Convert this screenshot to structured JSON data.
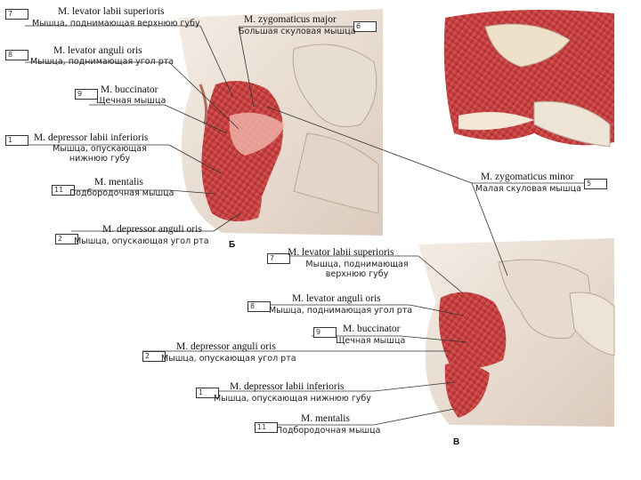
{
  "panels": {
    "b": "Б",
    "v": "В"
  },
  "labels": [
    {
      "id": "l7a",
      "num": "7",
      "latin": "M. levator labii superioris",
      "ru": "Мышца, поднимающая верхнюю губу"
    },
    {
      "id": "l8a",
      "num": "8",
      "latin": "M. levator anguli oris",
      "ru": "Мышца, поднимающая угол рта"
    },
    {
      "id": "l9a",
      "num": "9",
      "latin": "M. buccinator",
      "ru": "Щечная мышца"
    },
    {
      "id": "l1a",
      "num": "1",
      "latin": "M. depressor labii inferioris",
      "ru": "Мышца, опускающая нижнюю губу"
    },
    {
      "id": "l11a",
      "num": "11",
      "latin": "M. mentalis",
      "ru": "Подбородочная мышца"
    },
    {
      "id": "l2a",
      "num": "2",
      "latin": "M. depressor anguli oris",
      "ru": "Мышца, опускающая угол рта"
    },
    {
      "id": "l6",
      "num": "6",
      "latin": "M. zygomaticus major",
      "ru": "Большая скуловая мышца"
    },
    {
      "id": "l5",
      "num": "5",
      "latin": "M. zygomaticus minor",
      "ru": "Малая скуловая мышца"
    },
    {
      "id": "l7b",
      "num": "7",
      "latin": "M. levator labii superioris",
      "ru": "Мышца, поднимающая верхнюю губу"
    },
    {
      "id": "l8b",
      "num": "8",
      "latin": "M. levator anguli oris",
      "ru": "Мышца, поднимающая угол рта"
    },
    {
      "id": "l9b",
      "num": "9",
      "latin": "M. buccinator",
      "ru": "Щечная мышца"
    },
    {
      "id": "l2b",
      "num": "2",
      "latin": "M. depressor anguli oris",
      "ru": "Мышца, опускающая угол рта"
    },
    {
      "id": "l1b",
      "num": "1",
      "latin": "M. depressor labii inferioris",
      "ru": "Мышца, опускающая нижнюю губу"
    },
    {
      "id": "l11b",
      "num": "11",
      "latin": "M. mentalis",
      "ru": "Подбородочная мышца"
    }
  ],
  "colors": {
    "muscle": "#c8363a",
    "muscle_light": "#e06a63",
    "skin": "#efe3d9",
    "bone": "#e9e2d6",
    "line": "#333333"
  }
}
